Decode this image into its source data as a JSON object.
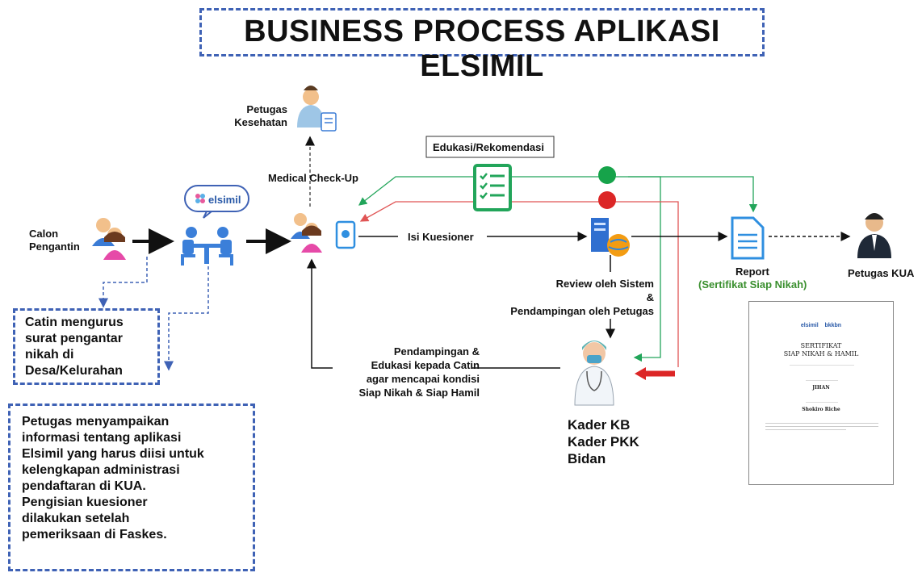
{
  "title": "BUSINESS PROCESS APLIKASI ELSIMIL",
  "actors": {
    "calon_pengantin": "Calon\nPengantin",
    "petugas_kesehatan": "Petugas\nKesehatan",
    "petugas_kua": "Petugas KUA",
    "kader": [
      "Kader KB",
      "Kader PKK",
      "Bidan"
    ]
  },
  "app_logo": "elsimil",
  "labels": {
    "medical_checkup": "Medical Check-Up",
    "edukasi": "Edukasi/Rekomendasi",
    "isi_kuesioner": "Isi Kuesioner",
    "review": "Review oleh Sistem\n&\nPendampingan oleh Petugas",
    "pendampingan": "Pendampingan &\nEdukasi kepada Catin\nagar mencapai kondisi\nSiap Nikah & Siap Hamil",
    "report": "Report",
    "sertifikat": "(Sertifikat Siap Nikah)"
  },
  "notes": {
    "catin": "Catin mengurus\nsurat pengantar\nnikah di\nDesa/Kelurahan",
    "petugas": "Petugas menyampaikan\ninformasi tentang aplikasi\nElsimil yang harus diisi untuk\nkelengkapan administrasi\npendaftaran di KUA.\nPengisian kuesioner\ndilakukan setelah\npemeriksaan di Faskes."
  },
  "certificate": {
    "logo_left": "elsimil",
    "logo_right": "bkkbn",
    "heading": "SERTIFIKAT\nSIAP NIKAH & HAMIL",
    "name": "JIHAN",
    "signer": "Shokiro Riche"
  },
  "colors": {
    "accent_blue": "#3f62b5",
    "green": "#16a34a",
    "red": "#dc2626",
    "report_green": "#3a8f2e"
  }
}
